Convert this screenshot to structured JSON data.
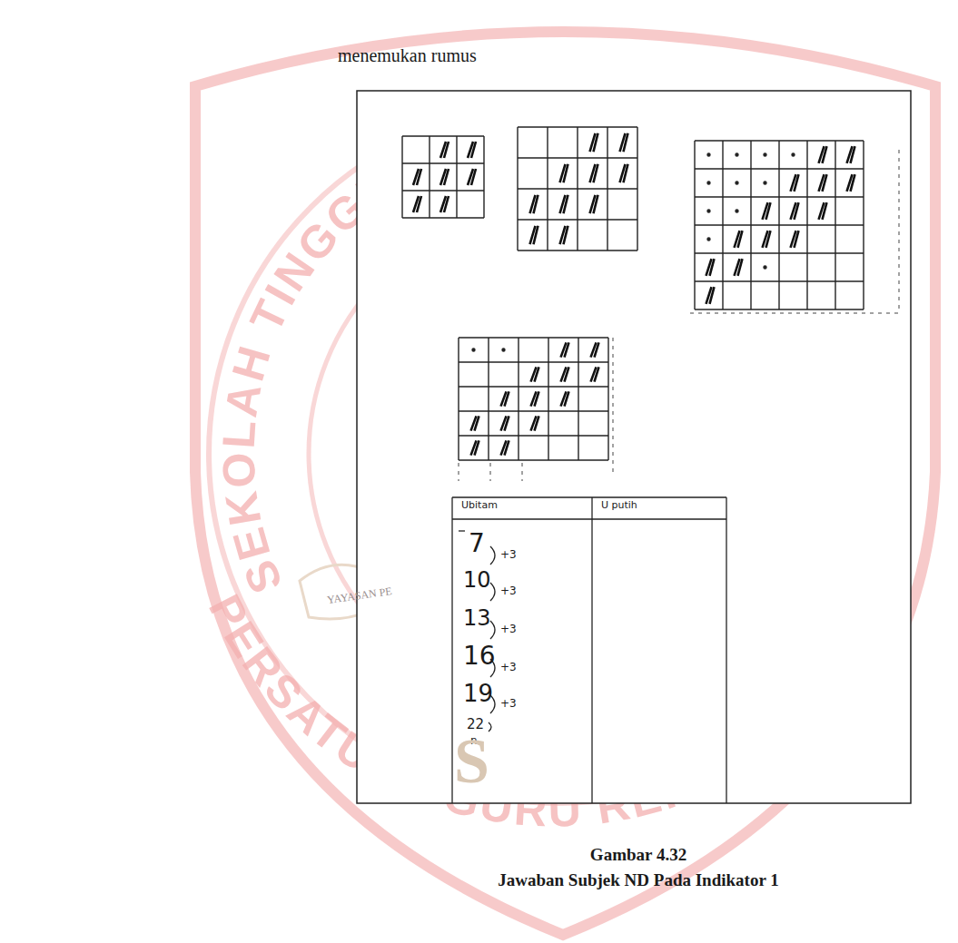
{
  "diagram": {
    "caption": "Gambar 4.32",
    "labels": [
      "menemukan rumus",
      "Ubitam",
      "U putih",
      "7",
      "+3",
      "10",
      "+3",
      "13",
      "+3",
      "16",
      "+3",
      "19",
      "+3",
      "22",
      "n",
      "Jawaban Subjek ND Pada Indikator 1",
      "SEKOLAH TINGGI KEG",
      "PERSATUAN GURU REPUBL",
      "YAYASAN PE",
      "S"
    ]
  }
}
